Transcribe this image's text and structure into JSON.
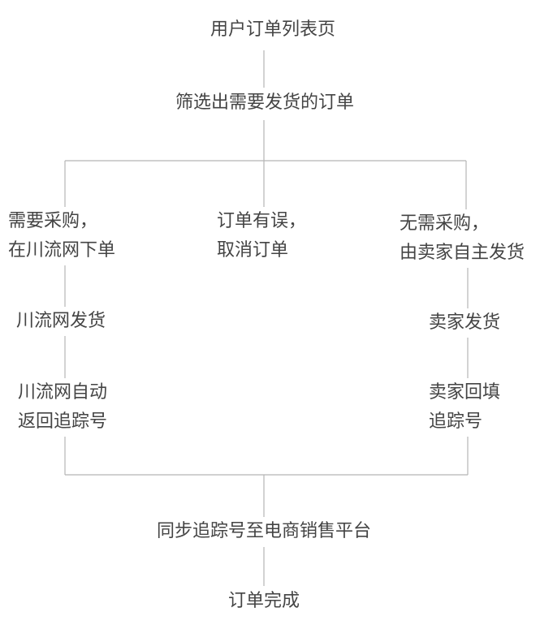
{
  "diagram": {
    "line_color": "#b5b5b5",
    "text_color": "#444444",
    "nodes": {
      "start": {
        "lines": [
          "用户订单列表页"
        ]
      },
      "filter": {
        "lines": [
          "筛选出需要发货的订单"
        ]
      },
      "left_branch": {
        "lines": [
          "需要采购，",
          "在川流网下单"
        ]
      },
      "middle_branch": {
        "lines": [
          "订单有误，",
          "取消订单"
        ]
      },
      "right_branch": {
        "lines": [
          "无需采购，",
          "由卖家自主发货"
        ]
      },
      "left_ship": {
        "lines": [
          "川流网发货"
        ]
      },
      "left_track": {
        "lines": [
          "川流网自动",
          "返回追踪号"
        ]
      },
      "right_ship": {
        "lines": [
          "卖家发货"
        ]
      },
      "right_track": {
        "lines": [
          "卖家回填",
          "追踪号"
        ]
      },
      "sync": {
        "lines": [
          "同步追踪号至电商销售平台"
        ]
      },
      "end": {
        "lines": [
          "订单完成"
        ]
      }
    }
  }
}
